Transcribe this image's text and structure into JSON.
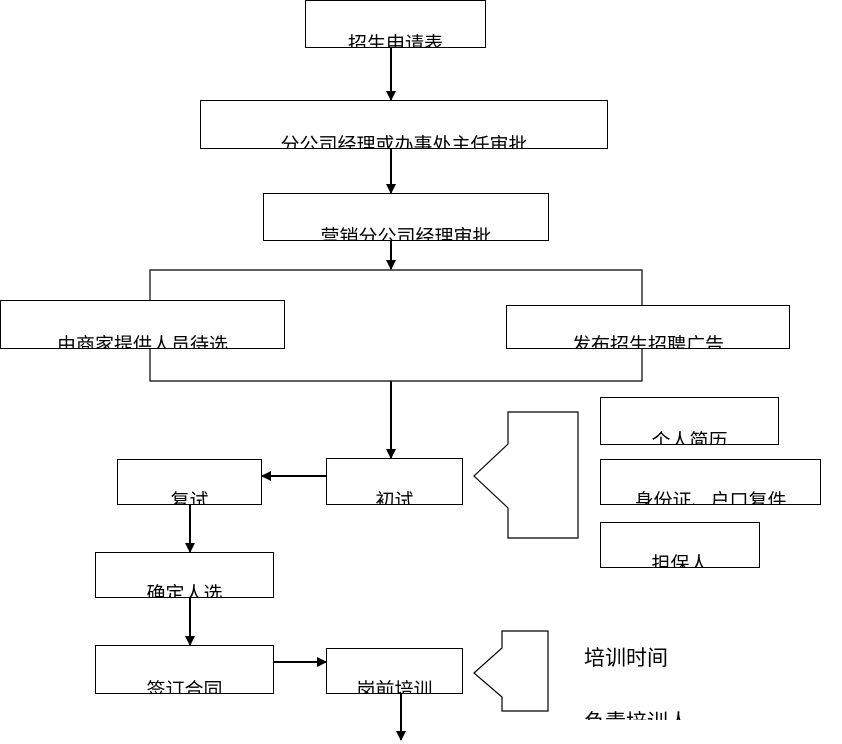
{
  "flow": {
    "recruit_application": "招生申请表",
    "branch_manager_approval": "分公司经理或办事处主任审批",
    "marketing_manager_approval": "营销分公司经理审批",
    "dealer_candidates": "由商家提供人员待选",
    "post_recruit_ad": "发布招生招聘广告",
    "first_interview": "初试",
    "second_interview": "复试",
    "confirm_candidate": "确定人选",
    "sign_contract": "签订合同",
    "pre_job_training": "岗前培训"
  },
  "materials": {
    "resume": "个人简历",
    "id_documents": "身份证、户口复件",
    "guarantor": "担保人"
  },
  "training_info": {
    "training_time": "培训时间",
    "trainer": "负责培训人"
  }
}
